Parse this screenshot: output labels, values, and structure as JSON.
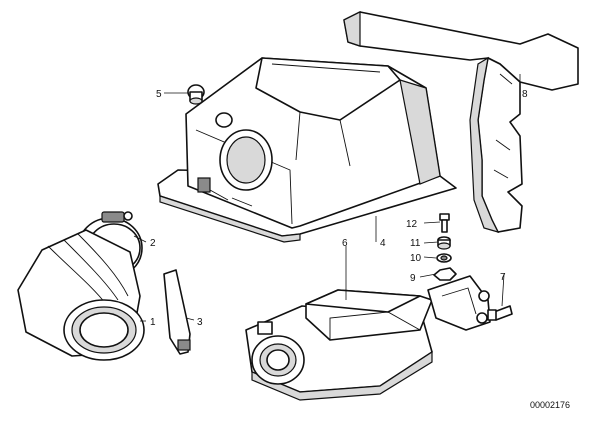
{
  "callouts": {
    "c1": "1",
    "c2": "2",
    "c3": "3",
    "c4": "4",
    "c5": "5",
    "c6": "6",
    "c7": "7",
    "c8": "8",
    "c9": "9",
    "c10": "10",
    "c11": "11",
    "c12": "12"
  },
  "reference_number": "00002176"
}
